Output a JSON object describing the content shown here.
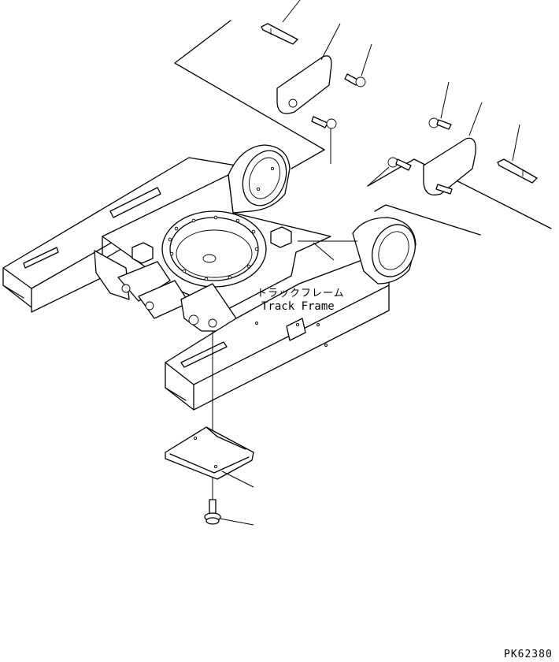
{
  "labels": {
    "track_frame_jp": "トラックフレーム",
    "track_frame_en": "Track Frame"
  },
  "drawing_number": "PK62380"
}
